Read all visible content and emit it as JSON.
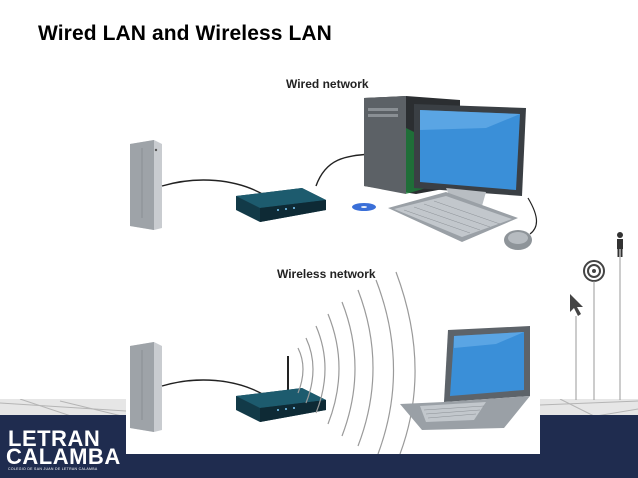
{
  "slide": {
    "title": "Wired LAN and Wireless LAN"
  },
  "diagram": {
    "wired_label": "Wired network",
    "wireless_label": "Wireless network"
  },
  "logo": {
    "line1": "LETRAN",
    "line2": "CALAMBA",
    "subtitle": "COLEGIO DE SAN JUAN DE LETRAN CALAMBA"
  },
  "colors": {
    "footer_navy": "#1f2c4f",
    "device_teal": "#1d5b6e",
    "screen_blue": "#3a8fd8",
    "signal_gray": "#9a9a9a"
  }
}
